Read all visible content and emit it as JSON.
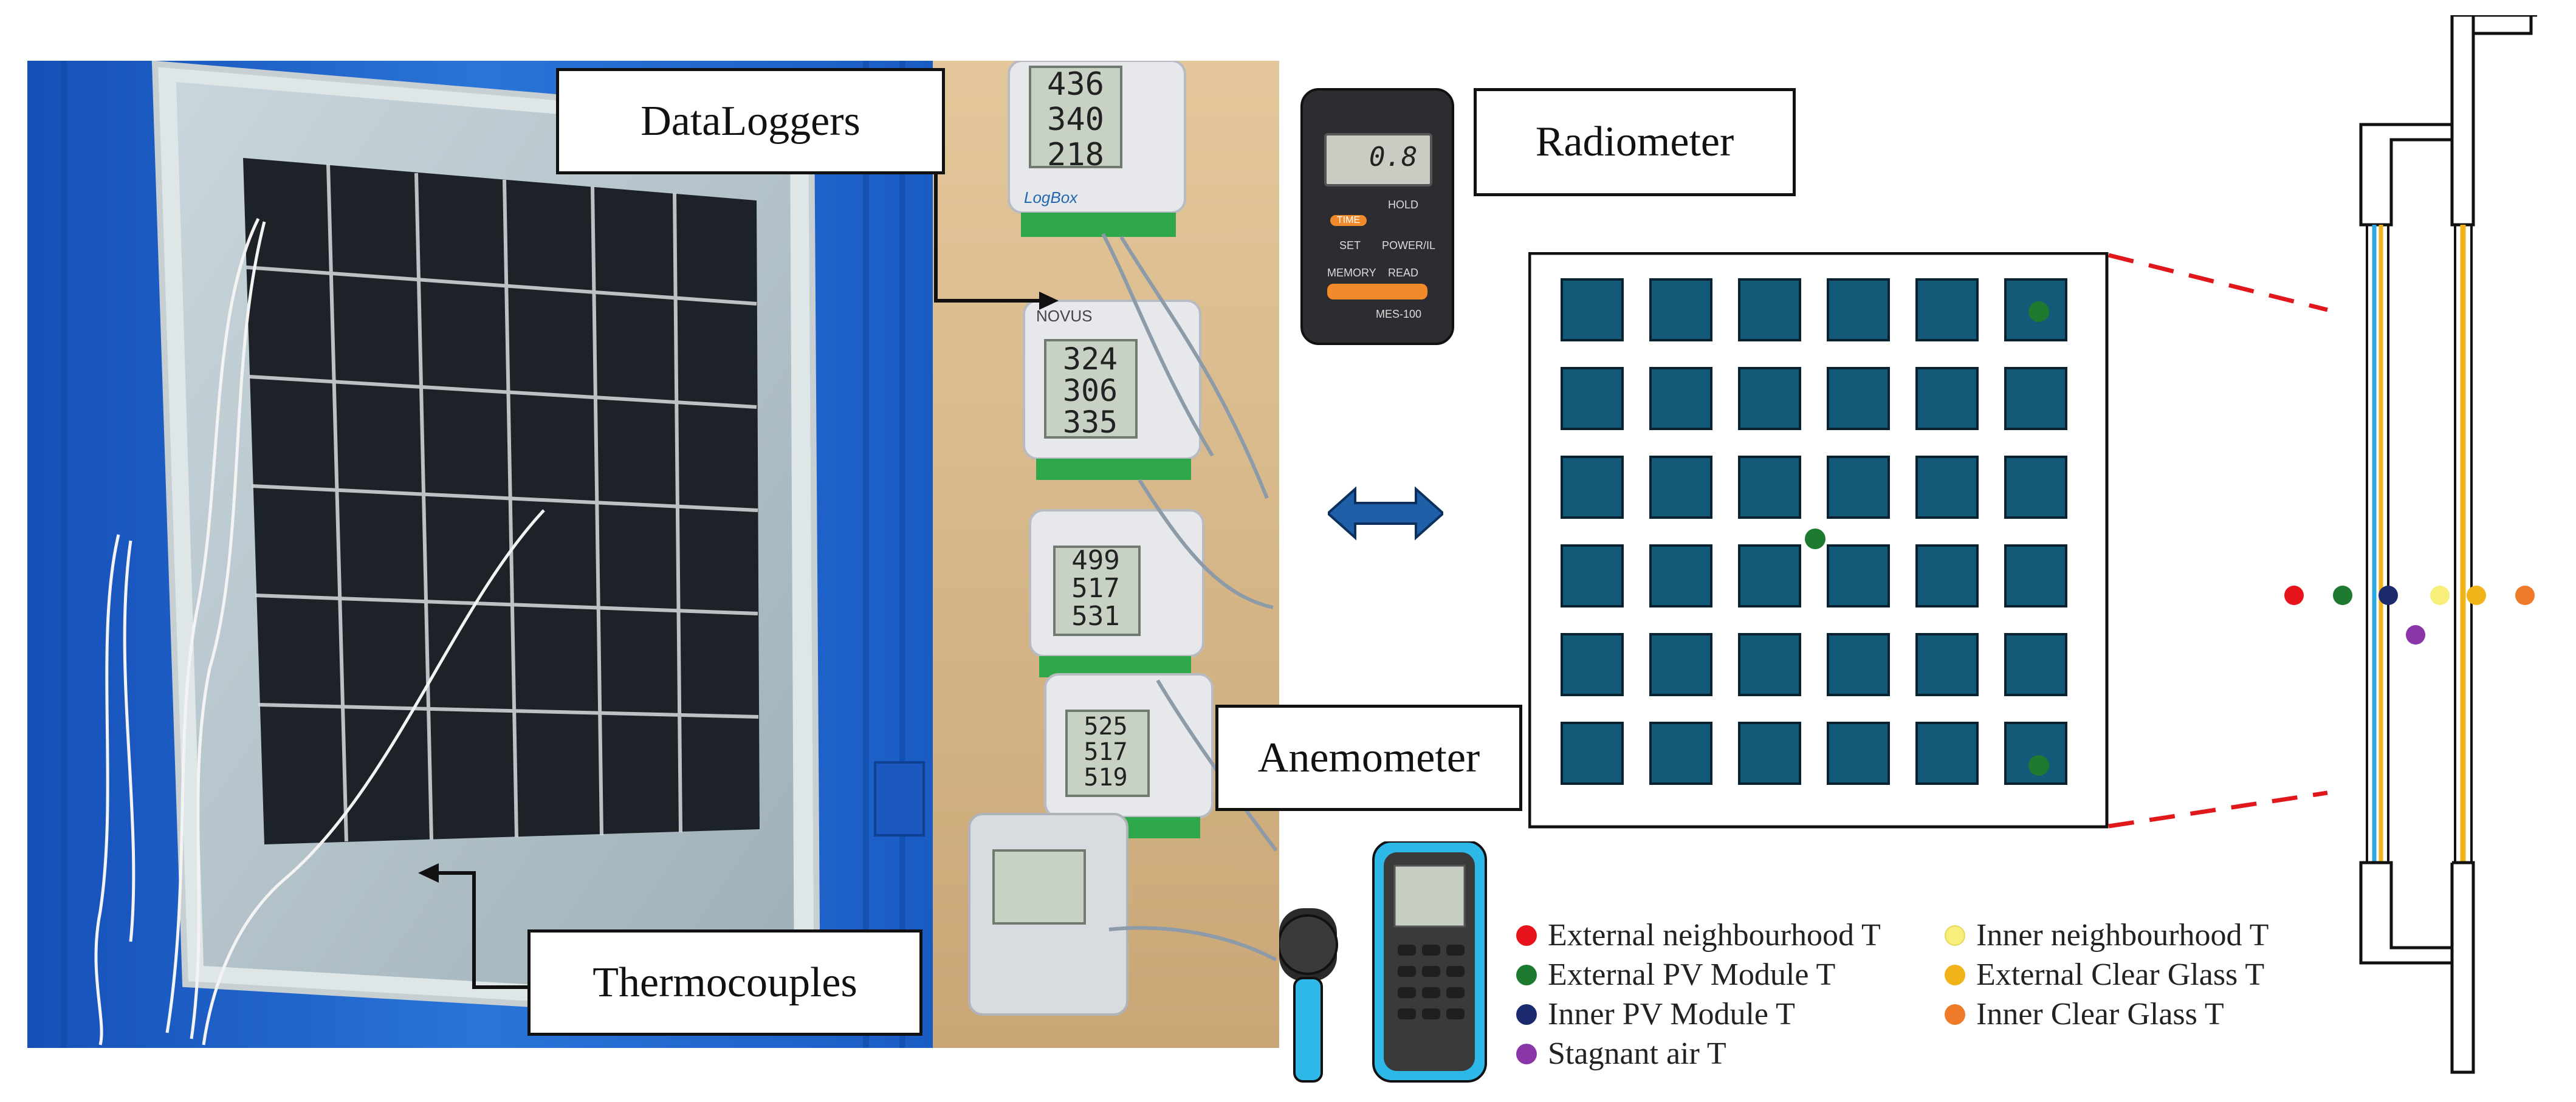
{
  "labels": {
    "dataloggers": "DataLoggers",
    "radiometer": "Radiometer",
    "anemometer": "Anemometer",
    "thermocouples": "Thermocouples"
  },
  "devices": {
    "logger1": [
      "436",
      "340",
      "218"
    ],
    "logger2": [
      "324",
      "306",
      "335"
    ],
    "logger3": [
      "499",
      "517",
      "531"
    ],
    "logger4": [
      "525",
      "517",
      "519"
    ],
    "radiometer_reading": "0.8",
    "radiometer_buttons": [
      "HOLD",
      "TIME",
      "SET",
      "POWER/IL",
      "MEMORY",
      "READ"
    ],
    "radiometer_model": "MES-100",
    "logger_brand": "NOVUS",
    "logger_series": "LogBox"
  },
  "legend": [
    {
      "label": "External neighbourhood T",
      "color": "#e8141c"
    },
    {
      "label": "External PV Module T",
      "color": "#1e7a2e"
    },
    {
      "label": "Inner PV Module T",
      "color": "#1a2a6c"
    },
    {
      "label": "Stagnant air T",
      "color": "#8a35a8"
    },
    {
      "label": "Inner neighbourhood T",
      "color": "#f7ef7a"
    },
    {
      "label": "External Clear Glass T",
      "color": "#f0b41a"
    },
    {
      "label": "Inner Clear Glass T",
      "color": "#ef7a2a"
    }
  ],
  "colors": {
    "container_blue": "#1c63c9",
    "pv_cell_teal": "#125a78",
    "connector_red": "#e0181c"
  }
}
